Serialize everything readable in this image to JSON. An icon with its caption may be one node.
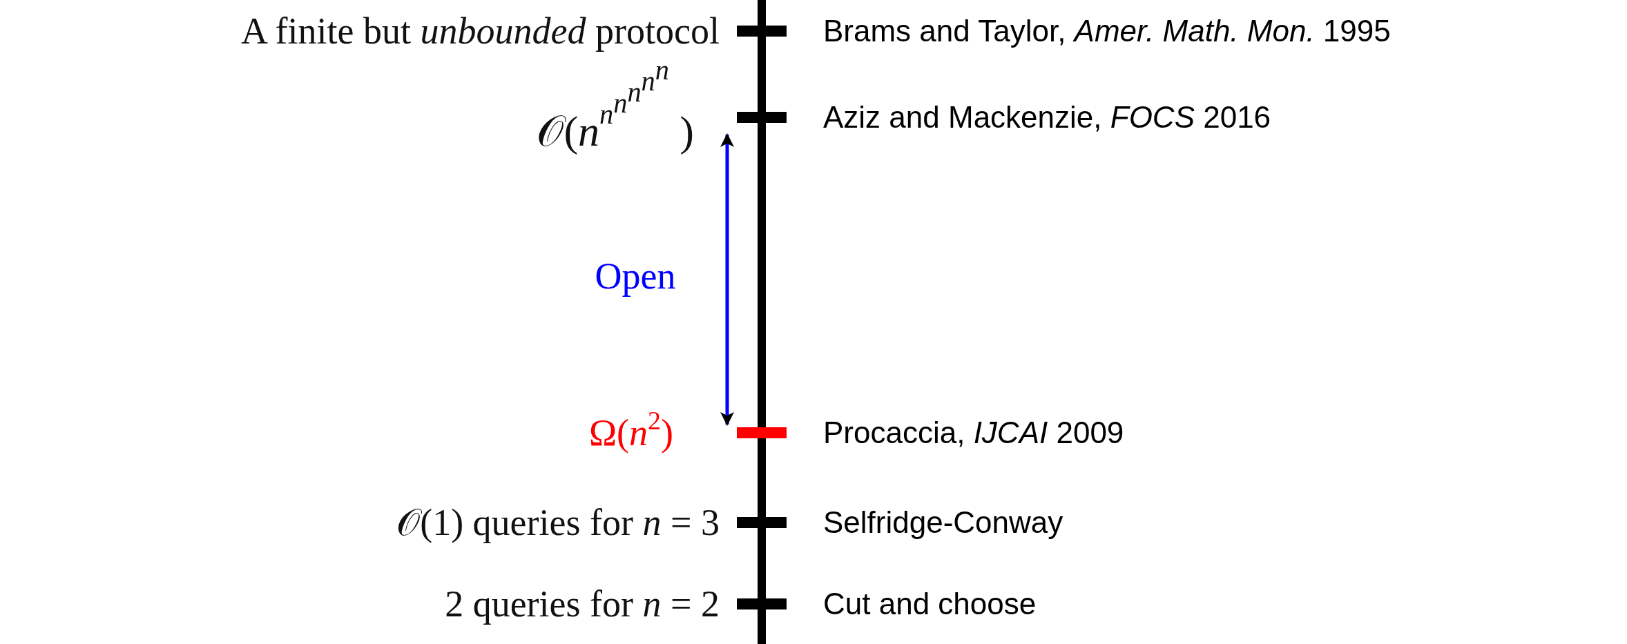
{
  "diagram": {
    "labels": [
      "A finite but *unbounded* protocol",
      "Brams and Taylor, *Amer. Math. Mon.* 1995",
      "𝒪(*n*$^{n}$$^{n}$$^{n}$$^{n}$$^{n}$ )",
      "Aziz and Mackenzie, *FOCS* 2016",
      "Open",
      "Ω(*n*$^{2}$)",
      "Procaccia, *IJCAI* 2009",
      "𝒪(1) queries for *n* = 3",
      "Selfridge-Conway",
      "2 queries for *n* = 2",
      "Cut and choose"
    ]
  }
}
